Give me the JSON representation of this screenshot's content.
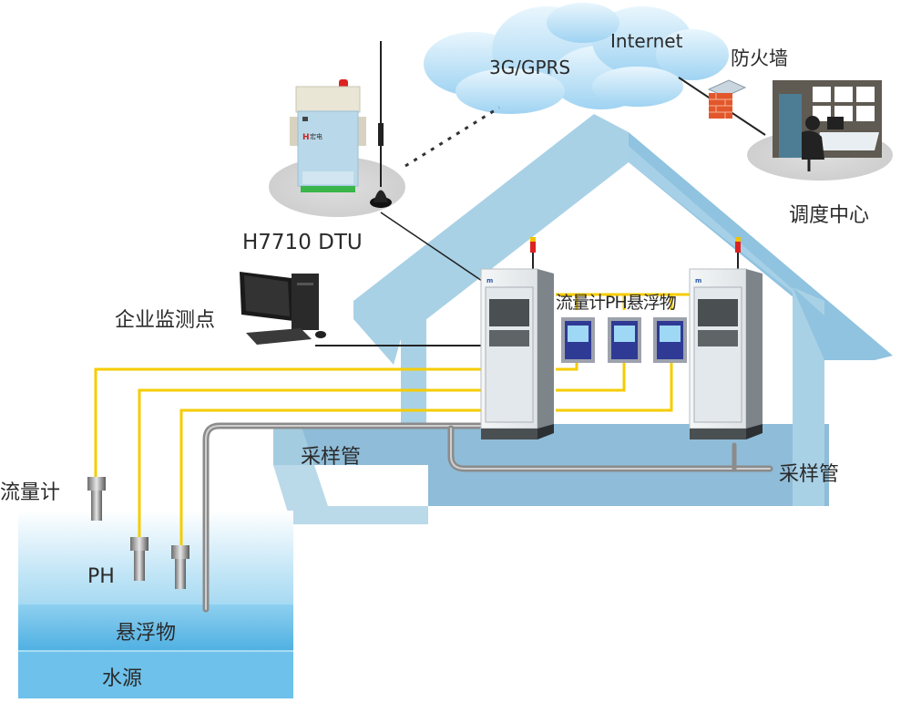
{
  "title": "H7710 DTU 水质在线监测系统",
  "colors": {
    "house_light": "#a9d1e6",
    "house_dark": "#8fbcd8",
    "water_top": "#ffffff",
    "water_bottom": "#5cb8e6",
    "signal_wire": "#f5cc00",
    "pipe": "#9a9a9a",
    "cloud": "#bfe2f7",
    "panel_blue": "#2e3a94",
    "panel_screen": "#9fd8f5"
  },
  "network": {
    "cloud_label_1": "3G/GPRS",
    "cloud_label_2": "Internet",
    "firewall_label": "防火墙",
    "dispatch_label": "调度中心"
  },
  "dtu": {
    "label": "H7710 DTU",
    "brand": "宏电"
  },
  "monitor_point": {
    "label": "企业监测点"
  },
  "cabinet": {
    "instruments_label": "流量计PH悬浮物"
  },
  "pipes": {
    "left_label": "采样管",
    "right_label": "采样管"
  },
  "water_source": {
    "flowmeter_label": "流量计",
    "ph_label": "PH",
    "suspended_label": "悬浮物",
    "source_label": "水源"
  }
}
